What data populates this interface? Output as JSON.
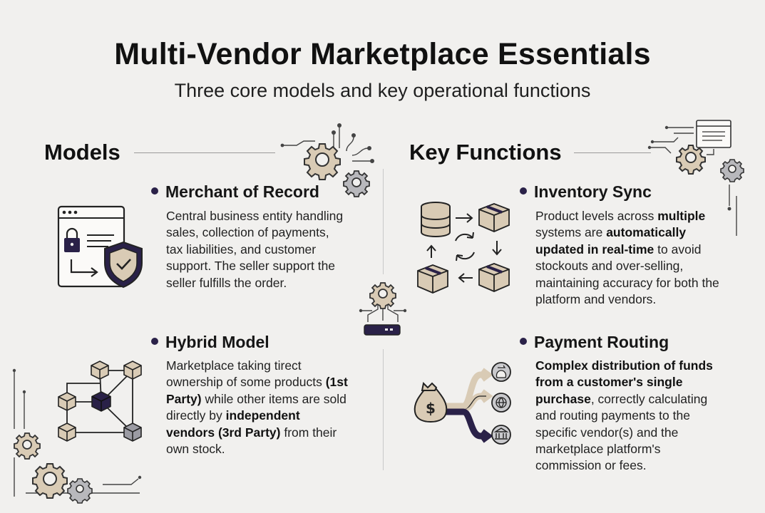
{
  "title": "Multi-Vendor Marketplace Essentials",
  "subtitle": "Three core models and key operational functions",
  "sections": {
    "models": {
      "heading": "Models",
      "items": [
        {
          "title": "Merchant of Record",
          "icon": "secure-checkout-icon",
          "description": "Central business entity handling sales, collection of payments, tax liabilities, and customer support. The seller support the seller fulfills the order."
        },
        {
          "title": "Hybrid Model",
          "icon": "network-cubes-icon",
          "d_1": "Marketplace taking tirect ownership of some products ",
          "d_2": "(1st Party)",
          "d_3": " while other items are sold directly by ",
          "d_4": "independent vendors (3rd Party)",
          "d_5": " from their own stock."
        }
      ]
    },
    "functions": {
      "heading": "Key Functions",
      "items": [
        {
          "title": "Inventory Sync",
          "icon": "inventory-sync-icon",
          "d_1": "Product levels across ",
          "d_2": "multiple",
          "d_3": " systems are ",
          "d_4": "automatically updated in real-time",
          "d_5": " to avoid stockouts and over-selling, maintaining accuracy for both the platform and vendors."
        },
        {
          "title": "Payment Routing",
          "icon": "payment-routing-icon",
          "d_1": "Complex distribution of funds from a customer's single purchase",
          "d_2": ", correctly calculating and routing payments to the specific vendor(s) and the marketplace platform's commission or fees."
        }
      ]
    }
  },
  "colors": {
    "background": "#f1f0ee",
    "accent_dark": "#2a2148",
    "box_tan": "#d9cbb5",
    "outline": "#222222"
  }
}
